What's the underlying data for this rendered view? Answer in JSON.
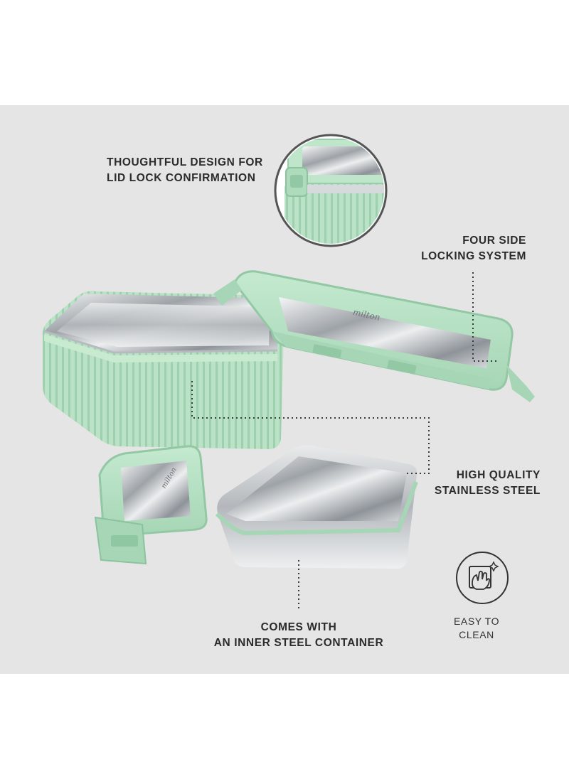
{
  "callouts": {
    "lid_lock": {
      "line1": "THOUGHTFUL DESIGN FOR",
      "line2": "LID LOCK CONFIRMATION"
    },
    "four_side": {
      "line1": "FOUR SIDE",
      "line2": "LOCKING SYSTEM"
    },
    "steel": {
      "line1": "HIGH QUALITY",
      "line2": "STAINLESS STEEL"
    },
    "inner": {
      "line1": "COMES WITH",
      "line2": "AN INNER STEEL CONTAINER"
    },
    "clean": {
      "line1": "EASY TO",
      "line2": "CLEAN"
    }
  },
  "brand_mark": "milton",
  "colors": {
    "background": "#e6e5e5",
    "mint": "#b6e0c3",
    "mint_dark": "#8fc7a2",
    "steel": "#c9cccf",
    "text": "#2b2b2b"
  }
}
